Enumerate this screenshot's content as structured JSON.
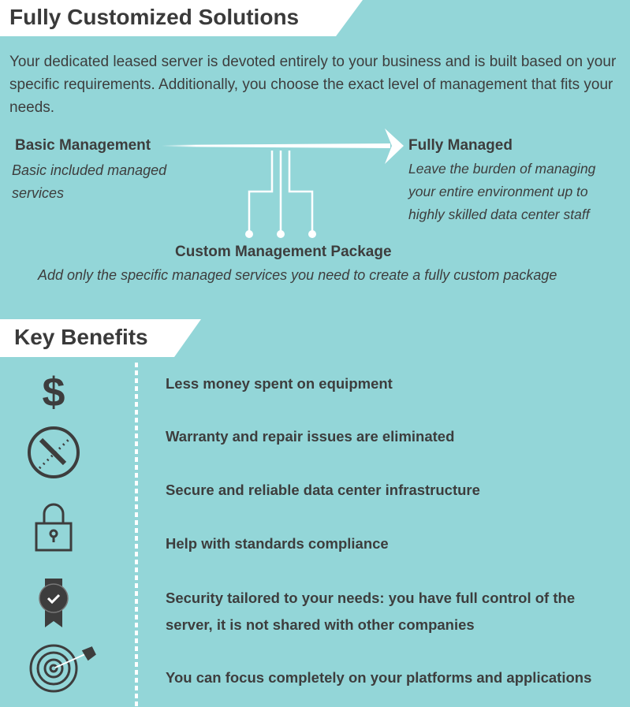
{
  "section1": {
    "title": "Fully Customized Solutions",
    "intro": "Your dedicated leased server is devoted entirely to your business and is built based on your specific requirements. Additionally, you choose the exact level of management that fits your needs."
  },
  "levels": {
    "basic": {
      "title": "Basic Management",
      "desc": "Basic included managed services"
    },
    "full": {
      "title": "Fully Managed",
      "desc": "Leave the burden of managing your entire environment up to highly skilled data center staff"
    },
    "custom": {
      "title": "Custom Management Package",
      "desc": "Add only the specific managed services you need to create a fully custom package"
    }
  },
  "section2": {
    "title": "Key Benefits"
  },
  "benefits": [
    {
      "icon": "dollar-icon",
      "text": "Less money spent on equipment"
    },
    {
      "icon": "no-repair-icon",
      "text": "Warranty and repair issues are eliminated"
    },
    {
      "icon": "none",
      "text": "Secure and reliable data center infrastructure"
    },
    {
      "icon": "lock-icon",
      "text": "Help with standards compliance"
    },
    {
      "icon": "badge-icon",
      "text": "Security tailored to your needs: you have full control of the server, it is not shared with other companies"
    },
    {
      "icon": "target-icon",
      "text": "You can focus completely on your platforms and applications"
    }
  ],
  "colors": {
    "background": "#93d6d8",
    "text": "#3d3d3d"
  }
}
